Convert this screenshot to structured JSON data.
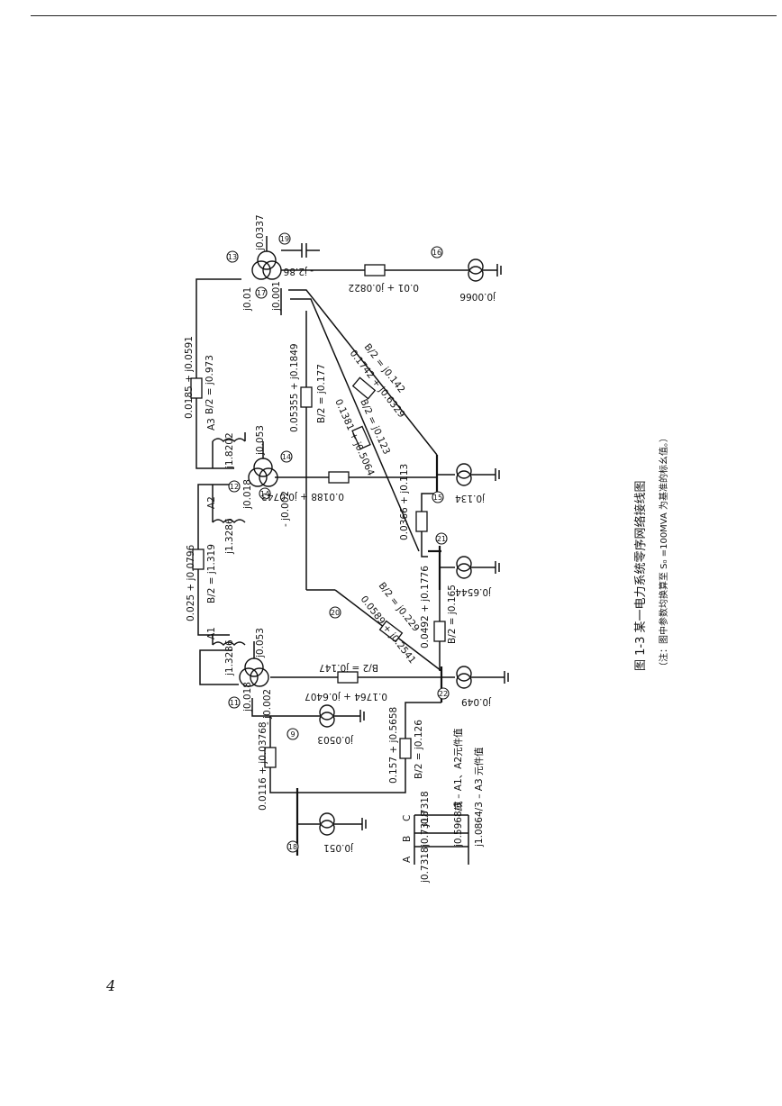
{
  "page": {
    "number": "4"
  },
  "caption": {
    "title": "图 1-3 某一电力系统零序网络接线图",
    "note": "（注：图中参数均换算至 S₀ =100MVA 为基准的标幺值。）"
  },
  "branches": {
    "l13_a3": {
      "impedance": "0.0185 + j0.0591",
      "shunt": "B/2 = j0.973"
    },
    "l12_a2": {
      "impedance": "0.025 + j0.0796",
      "shunt": "B/2 = j1.319"
    },
    "l17_16": {
      "impedance": "0.01 + j0.0822"
    },
    "l17_14": {
      "impedance": "0.05355 + j0.1849",
      "shunt": "B/2 = j0.177"
    },
    "l17_21a": {
      "impedance": "0.1742 + j0.6329",
      "shunt": "B/2 = j0.142"
    },
    "l17_21b": {
      "impedance": "0.1381 + j0.5064",
      "shunt": "B/2 = j0.123"
    },
    "l14_g1": {
      "impedance": "0.0188 + j0.0743"
    },
    "l21_g": {
      "impedance": "0.0366 + j0.113"
    },
    "l20_22": {
      "impedance": "0.0589 + j0.2541",
      "shunt": "B/2 = j0.229"
    },
    "l21_22": {
      "impedance": "0.0492 + j0.1776",
      "shunt": "B/2 = j0.165"
    },
    "l11_22": {
      "impedance": "0.1764 + j0.6407",
      "shunt": "B/2 = j0.147"
    },
    "l9_18": {
      "impedance": "0.0116 + j0.03768"
    },
    "l18_22": {
      "impedance": "0.157 + j0.5658",
      "shunt": "B/2 = j0.126"
    }
  },
  "transformers": {
    "t17": {
      "x1": "j0.01",
      "x2": "j0.001",
      "x3": "j0.0337",
      "node": "17"
    },
    "t14": {
      "x1": "j0.018",
      "x2": "- j0.002",
      "x3": "j0.053",
      "node": "14"
    },
    "t11": {
      "x1": "j0.018",
      "x2": "- j0.002",
      "x3": "j0.053",
      "node": "11"
    }
  },
  "reactors": {
    "a3": {
      "label": "A3",
      "value": "j1.8202"
    },
    "a2": {
      "label": "A2",
      "value": "j1.3286"
    },
    "a1": {
      "label": "A1",
      "value": "j1.3286"
    }
  },
  "shunts": {
    "cap19": {
      "value": "- j2.86"
    },
    "g16": {
      "value": "j0.0066"
    },
    "g15": {
      "value": "j0.134"
    },
    "g21": {
      "value": "j0.6544"
    },
    "g22": {
      "value": "j0.049"
    },
    "g9": {
      "value": "j0.0503"
    },
    "g18": {
      "value": "j0.051"
    }
  },
  "nodes": [
    "13",
    "19",
    "17",
    "16",
    "12",
    "14",
    "15",
    "21",
    "20",
    "11",
    "9",
    "22",
    "18",
    "10"
  ],
  "special": {
    "phases": [
      "A",
      "B",
      "C"
    ],
    "elem": "j0.7318",
    "note1": "j0.5968/3 – A1、A2元件值",
    "or_word": "或",
    "note2": "j1.0864/3 – A3 元件值"
  }
}
